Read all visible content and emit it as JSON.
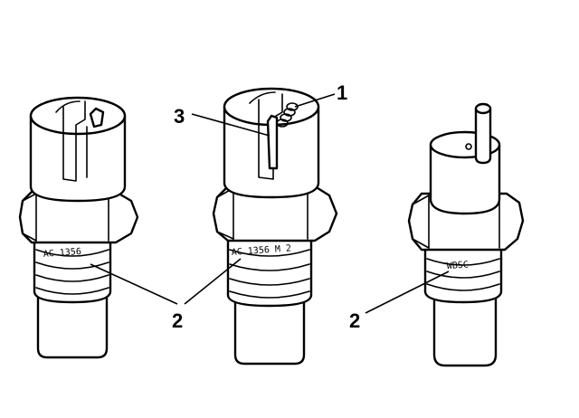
{
  "diagram": {
    "sensors": [
      {
        "id": "left",
        "stamp": "AC 1356"
      },
      {
        "id": "middle",
        "stamp": "AC 1356 M 2"
      },
      {
        "id": "right",
        "stamp": "WBSC"
      }
    ],
    "callouts": [
      {
        "id": "c1",
        "label": "1"
      },
      {
        "id": "c2a",
        "label": "2"
      },
      {
        "id": "c2b",
        "label": "2"
      },
      {
        "id": "c3",
        "label": "3"
      }
    ]
  }
}
